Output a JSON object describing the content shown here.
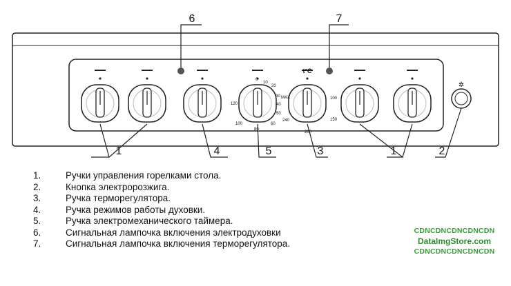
{
  "callouts": {
    "top": [
      "6",
      "7"
    ],
    "bottom": [
      "1",
      "4",
      "5",
      "3",
      "1",
      "2"
    ]
  },
  "timer_ticks": [
    "0",
    "10",
    "20",
    "30",
    "40",
    "50",
    "60",
    "80",
    "100",
    "120"
  ],
  "thermo_ticks": [
    "MAX",
    "100",
    "150",
    "200",
    "240"
  ],
  "thermo_symbol": "t°C",
  "legend": [
    {
      "num": "1.",
      "text": "Ручки управления горелками стола."
    },
    {
      "num": "2.",
      "text": "Кнопка электророзжига."
    },
    {
      "num": "3.",
      "text": "Ручка терморегулятора."
    },
    {
      "num": "4.",
      "text": "Ручка режимов работы духовки."
    },
    {
      "num": "5.",
      "text": "Ручка электромеханического таймера."
    },
    {
      "num": "6.",
      "text": "Сигнальная лампочка включения электродуховки"
    },
    {
      "num": "7.",
      "text": "Сигнальная лампочка включения терморегулятора."
    }
  ],
  "watermark": {
    "line1": "CDNCDNCDNCDNCDN",
    "line2": "DataImgStore.com",
    "line3": "CDNCDNCDNCDNCDN"
  }
}
